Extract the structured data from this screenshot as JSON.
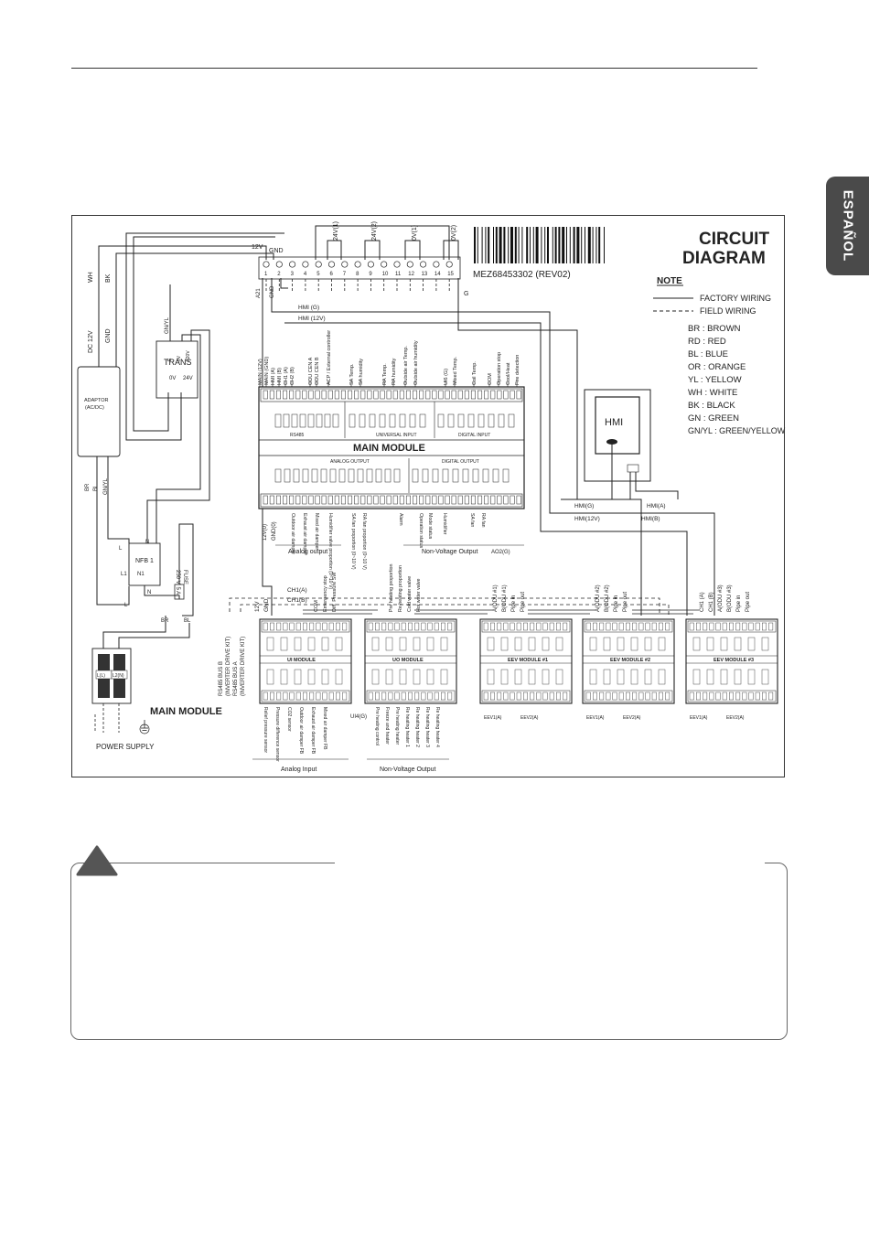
{
  "side_tab": {
    "label": "ESPAÑOL"
  },
  "diagram": {
    "title_line1": "CIRCUIT",
    "title_line2": "DIAGRAM",
    "part_number": "MEZ68453302 (REV02)",
    "note": {
      "heading": "NOTE",
      "factory_wiring": "FACTORY WIRING",
      "field_wiring": "FIELD WIRING"
    },
    "color_legend": [
      "BR : BROWN",
      "RD : RED",
      "BL : BLUE",
      "OR : ORANGE",
      "YL : YELLOW",
      "WH : WHITE",
      "BK : BLACK",
      "GN : GREEN",
      "GN/YL : GREEN/YELLOW"
    ],
    "terminal": {
      "numbers": [
        "1",
        "2",
        "3",
        "4",
        "5",
        "6",
        "7",
        "8",
        "9",
        "10",
        "11",
        "12",
        "13",
        "14",
        "15"
      ],
      "labels": {
        "v12": "12V",
        "gnd": "GND",
        "v24_1": "24V(1)",
        "v24_2": "24V(2)",
        "v0_1": "0V(1)",
        "v0_2": "0V(2)",
        "g": "G"
      }
    },
    "wire_labels": {
      "wh": "WH",
      "bk": "BK",
      "dc12v": "DC 12V",
      "gnd": "GND",
      "gnyl": "GN/YL",
      "br": "BR",
      "bl": "BL",
      "gnyl2": "GN/YL",
      "l": "L",
      "n": "N",
      "br2": "BR",
      "bl2": "BL",
      "v12b": "12V",
      "gndb": "GND",
      "ch1a": "CH1(A)",
      "ch1b": "CH1(B)",
      "a2": "A21",
      "gnd2": "GND",
      "hmi_g": "HMI (G)",
      "hmi_12v": "HMI (12V)",
      "ui1": "UI4(G)",
      "v12_0": "12V(0)",
      "gnd_0": "GND(0)",
      "ao2": "AO2(G)"
    },
    "trans": {
      "label": "TRANS",
      "in_e": "E",
      "in_0v": "0V",
      "in_220v": "220V",
      "out_0v": "0V",
      "out_24v": "24V"
    },
    "adaptor": {
      "label": "ADAPTOR",
      "sub": "(AC/DC)"
    },
    "nfb": {
      "label": "NFB 1",
      "l": "L",
      "n": "N",
      "l1": "L1",
      "n1": "N1"
    },
    "fuse": {
      "label": "FUSE",
      "rating": "250 V, 5 A"
    },
    "power": {
      "l": "L(L)",
      "n": "L2(N)",
      "label": "POWER SUPPLY"
    },
    "main_module_label": "MAIN MODULE",
    "main_module": {
      "title": "MAIN MODULE",
      "rs485": "RS485",
      "universal_input": "UNIVERSAL INPUT",
      "digital_input": "DIGITAL INPUT",
      "analog_output": "ANALOG OUTPUT",
      "digital_output": "DIGITAL OUTPUT",
      "top_signals": [
        "MAIN (12V)",
        "MAIN (GND)",
        "HMI (A)",
        "HMI (B)",
        "CH1 (A)",
        "CH2 (B)",
        "ODU CEN A",
        "ODU CEN B",
        "ACP / External controller",
        "SA Temp.",
        "SA humidity",
        "RA Temp.",
        "RA humidity",
        "Outside air Temp.",
        "Outside air humidity",
        "UI6 (G)",
        "Mixed Temp.",
        "Coil Temp.",
        "COM",
        "Operation stop",
        "Cool/Heat",
        "Fire detection"
      ],
      "bottom_signals": [
        "Outdoor air damper",
        "Exhaust air damper",
        "Mixed air damper",
        "Humidifier valve proportion (0~10 V)",
        "SA fan proportion (0~10 V)",
        "RA fan proportion (0~10 V)",
        "Alarm",
        "Operation status",
        "Mode status",
        "Humidifier",
        "SA fan",
        "RA fan"
      ],
      "analog_output_caption": "Analog output",
      "nonvoltage_output_caption": "Non-Voltage Output"
    },
    "hmi": {
      "label": "HMI",
      "hmi_g": "HMI(G)",
      "hmi_12v": "HMI(12V)",
      "hmi_b": "HMI(B)",
      "hmi_a": "HMI(A)"
    },
    "bus": {
      "bus_b": "RS485 BUS B",
      "bus_b_sub": "(INVERTER DRIVE KIT)",
      "bus_a": "RS485 BUS A",
      "bus_a_sub": "(INVERTER DRIVE KIT)"
    },
    "modules": [
      {
        "title": "UI MODULE"
      },
      {
        "title": "UO MODULE"
      },
      {
        "title": "EEV MODULE #1"
      },
      {
        "title": "EEV MODULE #2"
      },
      {
        "title": "EEV MODULE #3"
      }
    ],
    "ui_top_signals": [
      "COM",
      "Emergency stop",
      "Diff. Pressure SW"
    ],
    "uo_top_signals": [
      "Pre heating proportion",
      "Re heating proportion",
      "Cold water valve",
      "Hot water valve"
    ],
    "eev_top_signals": [
      [
        "A(ODU #1)",
        "B(ODU #1)",
        "Pipe in",
        "Pipe out"
      ],
      [
        "A(ODU #2)",
        "B(ODU #2)",
        "Pipe in",
        "Pipe out"
      ],
      [
        "CH1 (A)",
        "CH1 (B)",
        "A(ODU #3)",
        "B(ODU #3)",
        "Pipe in",
        "Pipe out"
      ]
    ],
    "ui_bottom_signals": [
      "Relief pressure sensor",
      "Pressure difference sensor",
      "CO2 sensor",
      "Outdoor air damper FB",
      "Exhaust air damper FB",
      "Mixed air damper FB"
    ],
    "uo_bottom_signals": [
      "Pre heating control",
      "Freeze and heater",
      "Pre heating heater",
      "Re heating heater 1",
      "Re heating heater 2",
      "Re heating heater 3",
      "Re heating heater 4"
    ],
    "ui_caption": "Analog Input",
    "uo_caption": "Non-Voltage Output",
    "eev_captions": [
      "EEV1(A)",
      "EEV2(A)",
      "EEV1(A)",
      "EEV2(A)",
      "EEV1(A)",
      "EEV2(A)"
    ]
  }
}
